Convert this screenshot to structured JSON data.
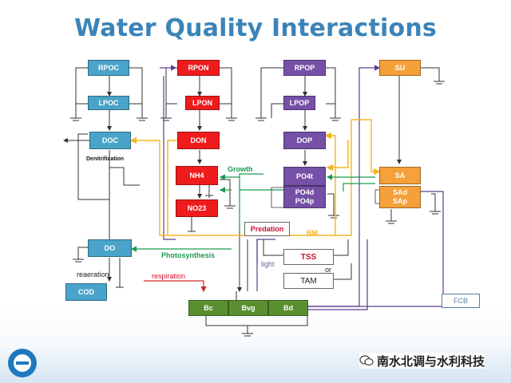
{
  "title": "Water Quality Interactions",
  "nodes": {
    "rpoc": "RPOC",
    "lpoc": "LPOC",
    "doc": "DOC",
    "rpon": "RPON",
    "lpon": "LPON",
    "don": "DON",
    "nh4": "NH4",
    "no23": "NO23",
    "rpop": "RPOP",
    "lpop": "LPOP",
    "dop": "DOP",
    "po4t": "PO4t",
    "po4d": "PO4d",
    "po4p": "PO4p",
    "su": "SU",
    "sa": "SA",
    "sad": "SAd",
    "sap": "SAp",
    "do": "DO",
    "cod": "COD",
    "tss": "TSS",
    "tam": "TAM",
    "bc": "Bc",
    "bvg": "Bvg",
    "bd": "Bd",
    "predation": "Predation",
    "fcb": "FCB"
  },
  "labels": {
    "denitrification": "Denitrification",
    "growth": "Growth",
    "bm": "BM",
    "photosynthesis": "Photosynthesis",
    "light": "light",
    "or": "or",
    "respiration": "respiration",
    "reaeration": "reaeration"
  },
  "watermark": "南水北调与水利科技",
  "colors": {
    "title": "#3b84b8",
    "carbon": "#4aa3c8",
    "nitrogen": "#ee1c1c",
    "phosphorus": "#7550a6",
    "silica": "#f6a039",
    "algae": "#5a8f2f",
    "growth_arrow": "#1a9b4f",
    "bm_arrow": "#f3b61f",
    "respiration_arrow": "#d42828",
    "nutrient_arrow": "#5a3e8c"
  }
}
